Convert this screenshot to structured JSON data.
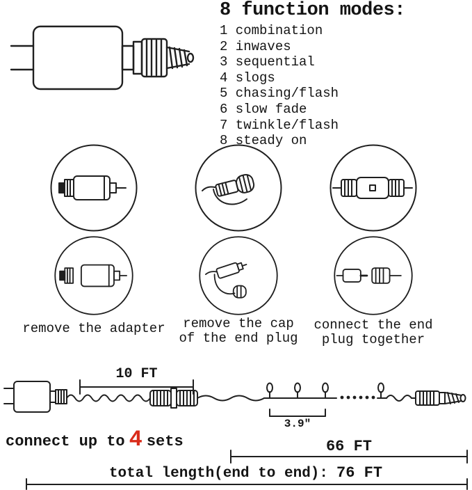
{
  "colors": {
    "accent_red": "#d92b1a",
    "line_art": "#1f1f1f"
  },
  "modes": {
    "title": "8 function modes:",
    "items": [
      "1 combination",
      "2 inwaves",
      "3 sequential",
      "4 slogs",
      "5 chasing/flash",
      "6 slow fade",
      "7 twinkle/flash",
      "8 steady on"
    ]
  },
  "steps": [
    {
      "lines": [
        "remove the adapter",
        ""
      ]
    },
    {
      "lines": [
        "remove the cap",
        "of the end plug"
      ]
    },
    {
      "lines": [
        "connect the end",
        "plug together"
      ]
    }
  ],
  "diagram": {
    "length_10ft": "10 FT",
    "bulb_spacing": "3.9\"",
    "connect_prefix": "connect up to",
    "connect_count": "4",
    "connect_suffix": "sets",
    "length_66ft": "66 FT",
    "total_label": "total length(end to end):",
    "total_value": "76 FT"
  }
}
